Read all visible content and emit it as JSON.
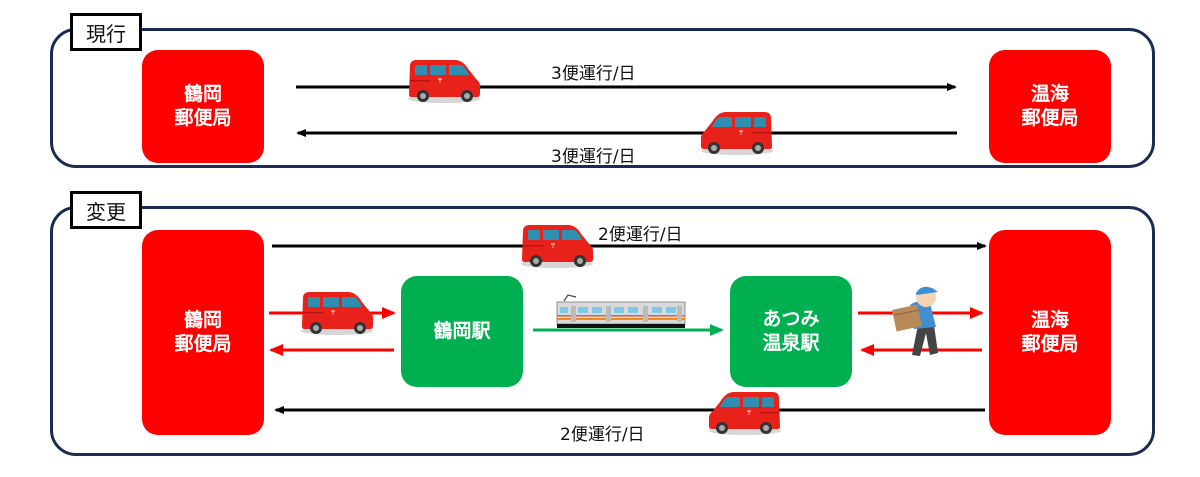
{
  "colors": {
    "panel_border": "#1a2c52",
    "post_office": "#ff0000",
    "station": "#00b050",
    "direct_route": "#000000",
    "van_route": "#ff0000",
    "rail_route": "#00b050"
  },
  "current": {
    "label": "現行",
    "origin": {
      "line1": "鶴岡",
      "line2": "郵便局"
    },
    "destination": {
      "line1": "温海",
      "line2": "郵便局"
    },
    "outbound_frequency": "3便運行/日",
    "return_frequency": "3便運行/日",
    "icons": [
      "postal-van-icon",
      "postal-van-icon"
    ]
  },
  "changed": {
    "label": "変更",
    "origin": {
      "line1": "鶴岡",
      "line2": "郵便局"
    },
    "destination": {
      "line1": "温海",
      "line2": "郵便局"
    },
    "station_a": {
      "line1": "鶴岡駅"
    },
    "station_b": {
      "line1": "あつみ",
      "line2": "温泉駅"
    },
    "outbound_frequency": "2便運行/日",
    "return_frequency": "2便運行/日",
    "icons": [
      "postal-van-icon",
      "postal-van-icon",
      "train-icon",
      "delivery-worker-icon",
      "postal-van-icon"
    ]
  }
}
